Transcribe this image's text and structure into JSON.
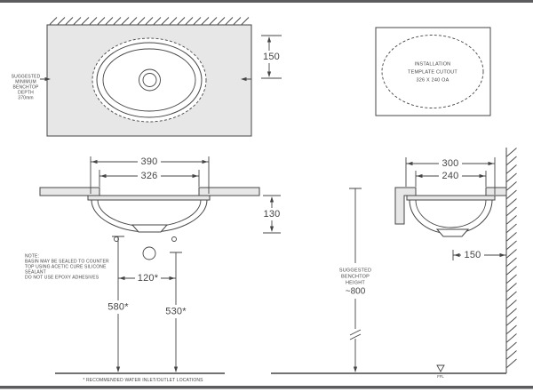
{
  "plan": {
    "depth_note_lines": [
      "SUGGESTED",
      "MINIMUM",
      "BENCHTOP",
      "DEPTH",
      "370mm"
    ],
    "dim_wall_to_centre": "150"
  },
  "template_box": {
    "lines": [
      "INSTALLATION",
      "TEMPLATE CUTOUT",
      "326 X 240 OA"
    ]
  },
  "front_view": {
    "dim_rim_width": "390",
    "dim_cutout_width": "326",
    "dim_bowl_depth": "130",
    "dim_outlet_spacing": "120*",
    "dim_inlet_height": "580*",
    "dim_outlet_height": "530*"
  },
  "side_view": {
    "dim_rim_depth": "300",
    "dim_cutout_depth": "240",
    "dim_drain_to_wall": "150",
    "bench_height_lines": [
      "SUGGESTED",
      "BENCHTOP",
      "HEIGHT",
      "~800"
    ],
    "floor_label": "FFL"
  },
  "notes": {
    "lines": [
      "NOTE:",
      "BASIN MAY BE SEALED TO COUNTER",
      "TOP USING ACETIC CURE SILICONE",
      "SEALANT",
      "DO NOT USE EPOXY ADHESIVES"
    ]
  },
  "footnote": "* RECOMMENDED WATER INLET/OUTLET LOCATIONS",
  "colors": {
    "line": "#454545",
    "bench_fill": "#e7e7e7",
    "border": "#5c5c5e",
    "background": "#ffffff"
  }
}
